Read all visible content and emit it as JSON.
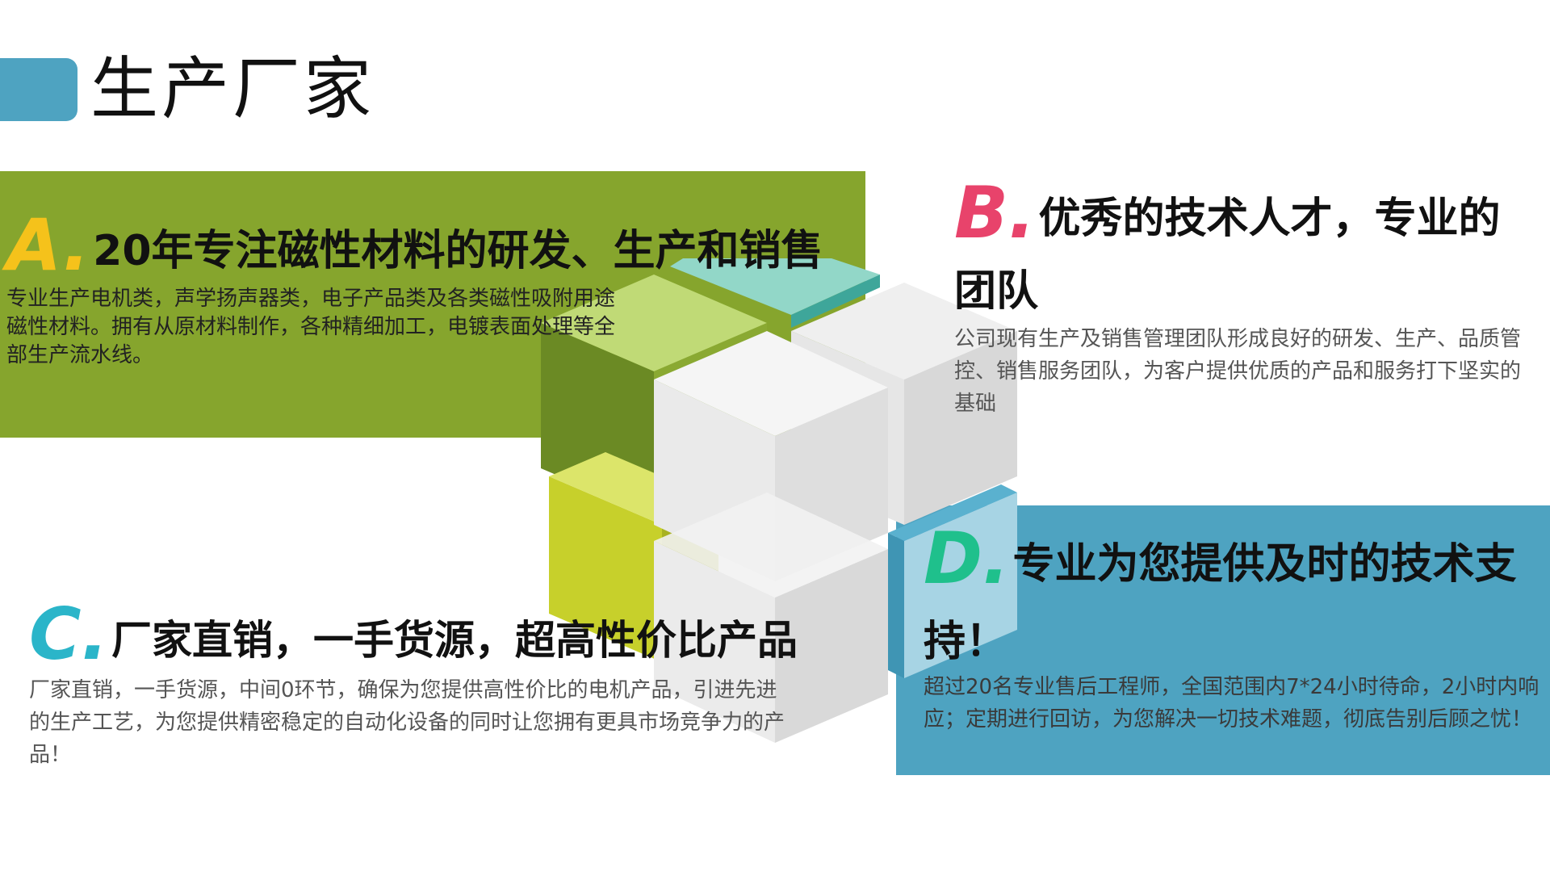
{
  "page_title": "生产厂家",
  "colors": {
    "accent_blue": "#4ea3c1",
    "accent_green": "#86a52d",
    "letter_a": "#f5c21b",
    "letter_b": "#e8436b",
    "letter_c": "#2bb5c9",
    "letter_d": "#1fc08c"
  },
  "sections": [
    {
      "letter": "A.",
      "heading": "20年专注磁性材料的研发、生产和销售",
      "body": "专业生产电机类，声学扬声器类，电子产品类及各类磁性吸附用途磁性材料。拥有从原材料制作，各种精细加工，电镀表面处理等全部生产流水线。"
    },
    {
      "letter": "B.",
      "heading": "优秀的技术人才，专业的团队",
      "body": "公司现有生产及销售管理团队形成良好的研发、生产、品质管控、销售服务团队，为客户提供优质的产品和服务打下坚实的基础"
    },
    {
      "letter": "C.",
      "heading": "厂家直销，一手货源，超高性价比产品",
      "body": "厂家直销，一手货源，中间0环节，确保为您提供高性价比的电机产品，引进先进的生产工艺，为您提供精密稳定的自动化设备的同时让您拥有更具市场竞争力的产品！"
    },
    {
      "letter": "D.",
      "heading": "专业为您提供及时的技术支持！",
      "body": "超过20名专业售后工程师，全国范围内7*24小时待命，2小时内响应；定期进行回访，为您解决一切技术难题，彻底告别后顾之忧！"
    }
  ]
}
